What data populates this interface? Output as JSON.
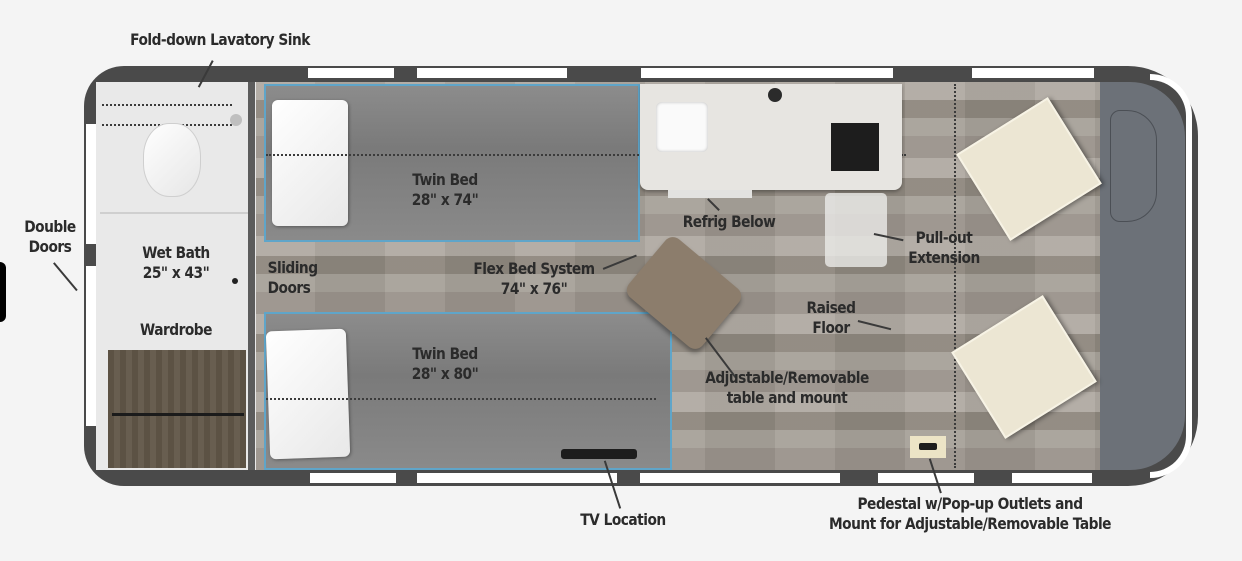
{
  "diagram": {
    "type": "floor-plan",
    "subject": "camper van interior layout",
    "callouts": {
      "fold_down_sink": "Fold-down Lavatory Sink",
      "double_doors": [
        "Double",
        "Doors"
      ],
      "wet_bath": [
        "Wet Bath",
        "25\" x 43\""
      ],
      "wardrobe": "Wardrobe",
      "sliding_doors": [
        "Sliding",
        "Doors"
      ],
      "twin_bed_top": [
        "Twin Bed",
        "28\" x 74\""
      ],
      "twin_bed_bottom": [
        "Twin Bed",
        "28\" x 80\""
      ],
      "flex_bed": [
        "Flex Bed System",
        "74\" x 76\""
      ],
      "refrig": "Refrig Below",
      "pull_out": [
        "Pull-out",
        "Extension"
      ],
      "raised_floor": [
        "Raised",
        "Floor"
      ],
      "table": [
        "Adjustable/Removable",
        "table and mount"
      ],
      "tv": "TV Location",
      "pedestal": [
        "Pedestal w/Pop-up Outlets and",
        "Mount for Adjustable/Removable Table"
      ]
    },
    "colors": {
      "background": "#f4f4f4",
      "shell": "#4a4a4a",
      "bed_outline": "#5fa5c9",
      "text": "#2b2b2b",
      "chair": "#ece6d3"
    }
  }
}
